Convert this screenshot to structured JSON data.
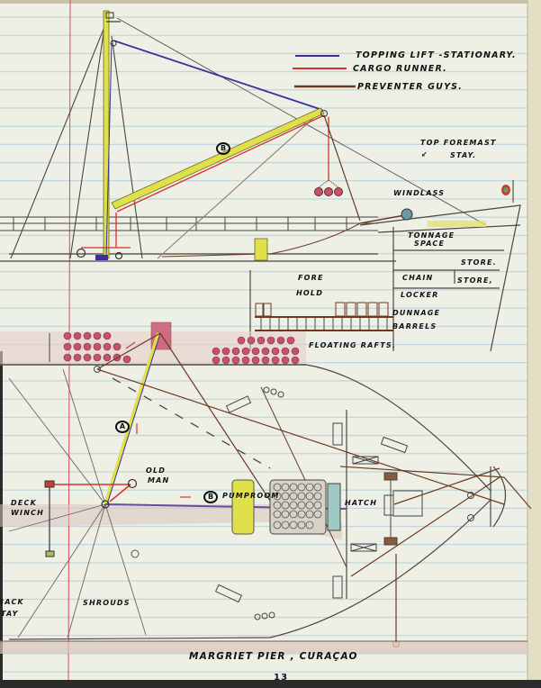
{
  "legend": {
    "items": [
      {
        "label": "TOPPING LIFT -STATIONARY.",
        "color": "#3a2fa0"
      },
      {
        "label": "CARGO RUNNER.",
        "color": "#d8302a"
      },
      {
        "label": "PREVENTER GUYS.",
        "color": "#6b3a22"
      }
    ]
  },
  "elevation_labels": {
    "top_foremast_stay": "TOP FOREMAST",
    "top_foremast_stay_2": "STAY.",
    "windlass": "WINDLASS",
    "tonnage_space_1": "TONNAGE",
    "tonnage_space_2": "SPACE",
    "store_1": "STORE.",
    "store_2": "STORE,",
    "fore_hold_1": "FORE",
    "fore_hold_2": "HOLD",
    "chain_locker_1": "CHAIN",
    "chain_locker_2": "LOCKER",
    "dunnage": "DUNNAGE",
    "barrels": "BARRELS",
    "floating_rafts": "FLOATING RAFTS.",
    "boom_marker": "B"
  },
  "plan_labels": {
    "boom_a_marker": "A",
    "boom_b_marker": "B",
    "old_man_1": "OLD",
    "old_man_2": "MAN",
    "deck_winch_1": "DECK",
    "deck_winch_2": "WINCH",
    "back_stay_1": "BACK",
    "back_stay_2": "STAY",
    "shrouds": "SHROUDS",
    "pumproom": "PUMPROOM",
    "hatch": "HATCH"
  },
  "caption": "MARGRIET PIER , CURAÇAO",
  "page_number": "13",
  "colors": {
    "paper": "#eef0e6",
    "rule_line": "#a9c8d6",
    "margin_line": "#d9485a",
    "pencil": "#4a4640",
    "yellow": "#dfe04a",
    "topping_lift": "#3a2fa0",
    "cargo_runner": "#d8302a",
    "preventer": "#6b3a22",
    "barrel": "#c9506a"
  }
}
